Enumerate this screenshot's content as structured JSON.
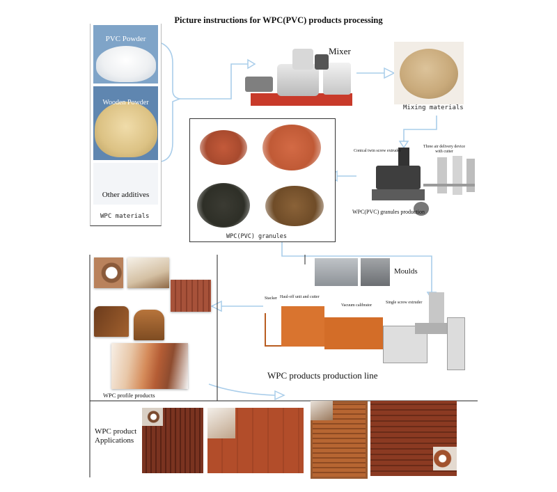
{
  "title": "Picture instructions for  WPC(PVC) products processing",
  "materials": {
    "pvc_powder": "PVC Powder",
    "wooden_powder": "Wooden Powder",
    "other_additives": "Other additives",
    "caption": "WPC materials"
  },
  "mixer_label": "Mixer",
  "mixing_materials": "Mixing materials",
  "granules_caption": "WPC(PVC) granules",
  "granule_machine": {
    "conical_label": "Conical twin screw extruder",
    "delivery_label": "Three air delivery device with cutter",
    "caption": "WPC(PVC) granules production"
  },
  "moulds_label": "Moulds",
  "production_line": {
    "stacker": "Stacker",
    "haul_off": "Haul-off unit and cutter",
    "vacuum": "Vacuum calibrator",
    "single_screw": "Single screw extruder",
    "title": "WPC products production line"
  },
  "profile_products_caption": "WPC profile products",
  "applications": {
    "line1": "WPC product",
    "line2": "Applications"
  },
  "colors": {
    "arrow": "#a9cdea",
    "wood": "#b5673a",
    "powder": "#d9c08a"
  }
}
